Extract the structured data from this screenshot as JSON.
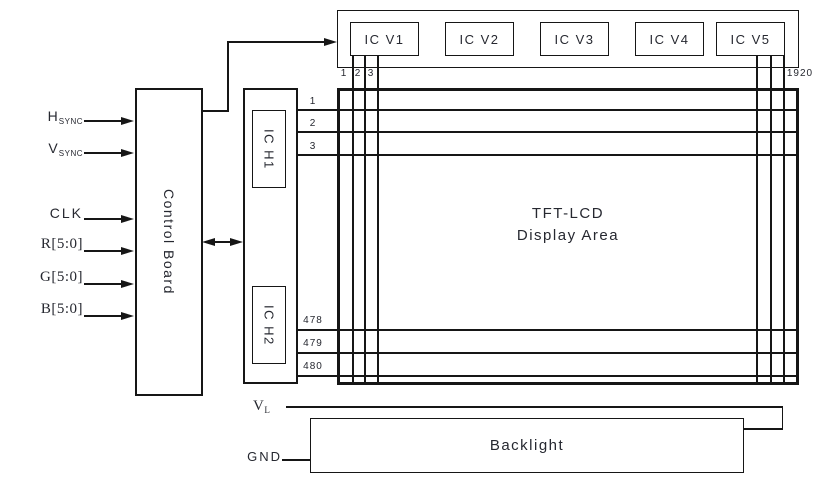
{
  "diagram": {
    "inputs": {
      "hsync": {
        "main": "H",
        "sub": "SYNC"
      },
      "vsync": {
        "main": "V",
        "sub": "SYNC"
      },
      "clk": "CLK",
      "r": "R[5:0]",
      "g": "G[5:0]",
      "b": "B[5:0]"
    },
    "control_board": "Control Board",
    "gate_drivers": {
      "ic_h1": "IC H1",
      "ic_h2": "IC H2"
    },
    "source_drivers": {
      "ic_v1": "IC V1",
      "ic_v2": "IC V2",
      "ic_v3": "IC V3",
      "ic_v4": "IC V4",
      "ic_v5": "IC V5"
    },
    "row_labels": {
      "r1": "1",
      "r2": "2",
      "r3": "3",
      "r478": "478",
      "r479": "479",
      "r480": "480"
    },
    "column_labels": {
      "c1": "1",
      "c2": "2",
      "c3": "3",
      "c1920": "1920"
    },
    "display_area": {
      "line1": "TFT-LCD",
      "line2": "Display Area"
    },
    "backlight": "Backlight",
    "power": {
      "vl_main": "V",
      "vl_sub": "L",
      "gnd": "GND"
    },
    "colors": {
      "line": "#161616",
      "text": "#262830",
      "background": "#ffffff"
    }
  }
}
